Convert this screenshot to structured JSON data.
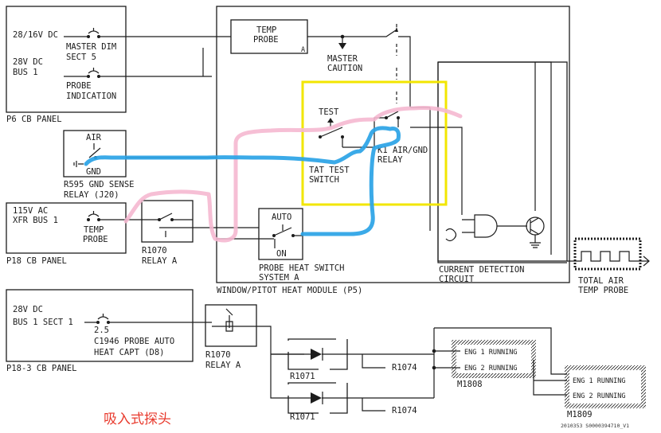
{
  "colors": {
    "line": "#1c1c1c",
    "highlight_box": "#f2e600",
    "pink_trace": "#f5b8d0",
    "blue_trace": "#2aa3e6",
    "caption": "#e8392c"
  },
  "panels": {
    "p6": {
      "label": "P6 CB PANEL",
      "supply1": [
        "28/16V DC"
      ],
      "breaker1": [
        "MASTER DIM",
        "SECT 5"
      ],
      "supply2": [
        "28V DC",
        "BUS 1"
      ],
      "breaker2": [
        "PROBE",
        "INDICATION"
      ]
    },
    "p18": {
      "label": "P18 CB PANEL",
      "supply": [
        "115V AC",
        "XFR BUS 1"
      ],
      "breaker": [
        "TEMP",
        "PROBE"
      ]
    },
    "p18_3": {
      "label": "P18-3 CB PANEL",
      "supply": [
        "28V DC",
        "BUS 1 SECT 1"
      ],
      "rating": "2.5",
      "breaker": [
        "C1946 PROBE AUTO",
        "HEAT CAPT (D8)"
      ]
    }
  },
  "sense_relay": {
    "air": "AIR",
    "gnd": "GND",
    "name": [
      "R595 GND SENSE",
      "RELAY (J20)"
    ]
  },
  "relay_r1070_top": [
    "R1070",
    "RELAY A"
  ],
  "relay_r1070_bottom": [
    "R1070",
    "RELAY A"
  ],
  "module": {
    "name": "WINDOW/PITOT HEAT MODULE (P5)",
    "temp_probe": [
      "TEMP",
      "PROBE"
    ],
    "temp_probe_sub": "A",
    "master_caution": [
      "MASTER",
      "CAUTION"
    ],
    "tat_test": {
      "test": "TEST",
      "name": [
        "TAT TEST",
        "SWITCH"
      ]
    },
    "k1_relay": [
      "K1 AIR/GND",
      "RELAY"
    ],
    "probe_heat_switch": {
      "auto": "AUTO",
      "on": "ON",
      "name": [
        "PROBE HEAT SWITCH",
        "SYSTEM A"
      ]
    },
    "current_detection": [
      "CURRENT DETECTION",
      "CIRCUIT"
    ]
  },
  "total_air_temp_probe": [
    "TOTAL AIR",
    "TEMP PROBE"
  ],
  "diodes": {
    "upper": "R1071",
    "lower": "R1071",
    "relay_upper": "R1074",
    "relay_lower": "R1074"
  },
  "m1808": {
    "name": "M1808",
    "lights": [
      "ENG 1 RUNNING",
      "ENG 2 RUNNING"
    ]
  },
  "m1809": {
    "name": "M1809",
    "lights": [
      "ENG 1 RUNNING",
      "ENG 2 RUNNING"
    ]
  },
  "caption": "吸入式探头",
  "doc_id": "2010353 S0000394710_V1"
}
